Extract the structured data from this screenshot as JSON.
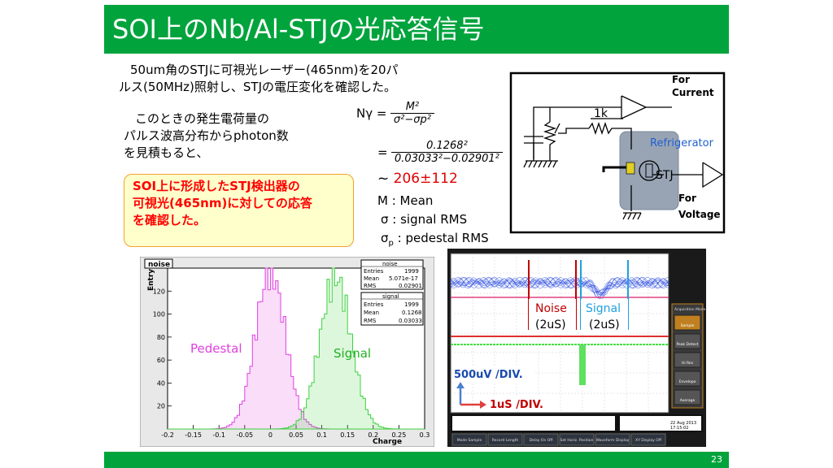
{
  "title": "SOI上のNb/Al-STJの光応答信号",
  "intro_line1": "50um角のSTJに可視光レーザー(465nm)を20パ",
  "intro_line2": "ルス(50MHz)照射し、STJの電圧変化を確認した。",
  "body_line1": "このときの発生電荷量の",
  "body_line2": "パルス波高分布からphoton数",
  "body_line3": "を見積もると、",
  "callout_line1": "SOI上に形成したSTJ検出器の",
  "callout_line2": "可視光(465nm)に対しての応答",
  "callout_line3": "を確認した。",
  "formula": {
    "lhs": "Nγ =",
    "num1": "M²",
    "den1": "σ²−σp²",
    "eq2": "=",
    "num2": "0.1268²",
    "den2": "0.03033²−0.02901²",
    "approx": "~",
    "result": "206±112"
  },
  "legend": {
    "m": "M : Mean",
    "s": "σ : signal RMS",
    "sp_prefix": "σ",
    "sp_sub": "p",
    "sp_suffix": " : pedestal RMS"
  },
  "circuit": {
    "for_current": "For\nCurrent",
    "for_current_1": "For",
    "for_current_2": "Current",
    "resistor": "1k",
    "refrigerator": "Refrigerator",
    "stj": "STJ",
    "for_voltage_1": "For",
    "for_voltage_2": "Voltage"
  },
  "histogram": {
    "title": "noise",
    "y_label": "Entry",
    "x_label": "Charge",
    "noise_box_title": "noise",
    "noise_entries_label": "Entries",
    "noise_entries": "1999",
    "noise_mean_label": "Mean",
    "noise_mean": "5.071e-17",
    "noise_rms_label": "RMS",
    "noise_rms": "0.02901",
    "signal_box_title": "signal",
    "signal_entries_label": "Entries",
    "signal_entries": "1999",
    "signal_mean_label": "Mean",
    "signal_mean": "0.1268",
    "signal_rms_label": "RMS",
    "signal_rms": "0.03033",
    "pedestal_label": "Pedestal",
    "signal_label": "Signal",
    "y_ticks": [
      "20",
      "40",
      "60",
      "80",
      "100",
      "120"
    ],
    "x_ticks": [
      "-0.2",
      "-0.15",
      "-0.1",
      "-0.05",
      "0",
      "0.05",
      "0.1",
      "0.15",
      "0.2",
      "0.25",
      "0.3"
    ]
  },
  "scope": {
    "noise_label_1": "Noise",
    "noise_label_2": "(2uS)",
    "signal_label_1": "Signal",
    "signal_label_2": "(2uS)",
    "volt_div": "500uV /DIV.",
    "time_div": "1uS /DIV.",
    "menu_title": "Acquisition Mode",
    "menu_items": [
      "Sample",
      "Peak Detect",
      "Hi Res",
      "Envelope",
      "Average"
    ],
    "bottom_buttons": [
      "Mode Sample",
      "Record Length",
      "Delay On Off",
      "Set Horiz. Position",
      "Waveform Display",
      "XY Display Off"
    ],
    "date": "22 Aug 2013",
    "time": "17:15:02"
  },
  "page_number": "23",
  "colors": {
    "green": "#00a33c",
    "pedestal": "#e040e0",
    "signal": "#40d040",
    "noise_marker": "#c00000",
    "signal_marker": "#20a0e0"
  }
}
